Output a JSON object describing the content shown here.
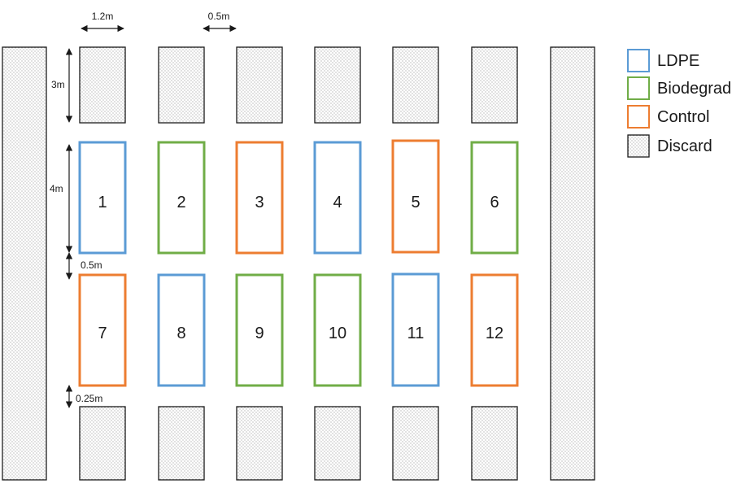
{
  "colors": {
    "ldpe": "#5b9bd5",
    "biodegradable": "#70ad47",
    "control": "#ed7d31",
    "discard_border": "#1a1a1a"
  },
  "plots": {
    "top_row": [
      {
        "label": "1",
        "treatment": "ldpe"
      },
      {
        "label": "2",
        "treatment": "biodegradable"
      },
      {
        "label": "3",
        "treatment": "control"
      },
      {
        "label": "4",
        "treatment": "ldpe"
      },
      {
        "label": "5",
        "treatment": "control"
      },
      {
        "label": "6",
        "treatment": "biodegradable"
      }
    ],
    "bottom_row": [
      {
        "label": "7",
        "treatment": "control"
      },
      {
        "label": "8",
        "treatment": "ldpe"
      },
      {
        "label": "9",
        "treatment": "biodegradable"
      },
      {
        "label": "10",
        "treatment": "biodegradable"
      },
      {
        "label": "11",
        "treatment": "ldpe"
      },
      {
        "label": "12",
        "treatment": "control"
      }
    ]
  },
  "dimensions": {
    "plot_width": "1.2m",
    "plot_gap": "0.5m",
    "discard_height": "3m",
    "plot_height": "4m",
    "row_gap": "0.5m",
    "end_gap": "0.25m"
  },
  "legend": [
    {
      "key": "ldpe",
      "label": "LDPE"
    },
    {
      "key": "biodegradable",
      "label": "Biodegrad"
    },
    {
      "key": "control",
      "label": "Control"
    },
    {
      "key": "discard",
      "label": "Discard"
    }
  ]
}
